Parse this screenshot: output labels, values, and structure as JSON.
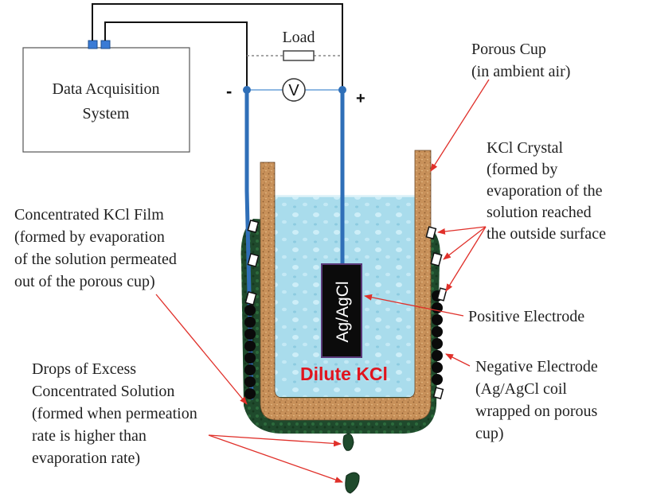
{
  "labels": {
    "daq_line1": "Data Acquisition",
    "daq_line2": "System",
    "load": "Load",
    "voltmeter": "V",
    "minus": "-",
    "plus": "+",
    "porous_cup_line1": "Porous Cup",
    "porous_cup_line2": "(in ambient air)",
    "kcl_crystal": [
      "KCl Crystal",
      "(formed by",
      "evaporation of the",
      "solution reached",
      "the outside surface"
    ],
    "kcl_film": [
      "Concentrated KCl Film",
      "(formed by evaporation",
      "of the solution permeated",
      "out of the porous cup)"
    ],
    "positive_electrode": "Positive Electrode",
    "negative_electrode": [
      "Negative Electrode",
      "(Ag/AgCl coil",
      "wrapped on porous",
      "cup)"
    ],
    "drops": [
      "Drops of Excess",
      "Concentrated Solution",
      "(formed when permeation",
      "rate is higher than",
      "evaporation rate)"
    ],
    "ag_agcl": "Ag/AgCl",
    "dilute_kcl": "Dilute KCl"
  },
  "colors": {
    "wire_blue": "#2f6fb8",
    "cork": "#c8915a",
    "solution": "#a9dcec",
    "green_film": "#1f4a2c",
    "electrode": "#111111",
    "arrow_red": "#e0302a",
    "dilute_text": "#e0141e"
  }
}
